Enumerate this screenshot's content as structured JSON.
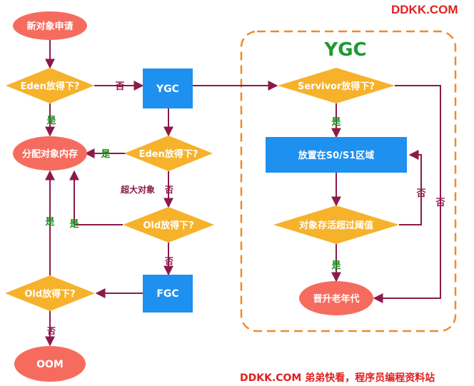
{
  "watermark": {
    "top": "DDKK.COM",
    "bottom": "DDKK.COM 弟弟快看，程序员编程资料站"
  },
  "ygc_region_title": "YGC",
  "nodes": {
    "new_object": "新对象申请",
    "eden_fit_1": "Eden放得下?",
    "ygc_process": "YGC",
    "alloc_memory": "分配对象内存",
    "eden_fit_2": "Eden放得下?",
    "old_fit_1": "Old放得下?",
    "fgc_process": "FGC",
    "old_fit_2": "Old放得下?",
    "oom": "OOM",
    "survivor_fit": "Servivor放得下?",
    "place_s0s1": "放置在S0/S1区域",
    "age_threshold": "对象存活超过阈值",
    "promote_old": "晋升老年代"
  },
  "edge_labels": {
    "no": "否",
    "yes": "是",
    "huge_object": "超大对象"
  },
  "colors": {
    "start_end": "#f56c5f",
    "decision": "#f6b22b",
    "process": "#1e90f0",
    "arrow": "#8b1a4a",
    "yes_label": "#1a8f1a",
    "no_label": "#8b1a4a",
    "region_border": "#f08a2a",
    "region_title": "#1f9a2f",
    "watermark": "#e0201f"
  }
}
